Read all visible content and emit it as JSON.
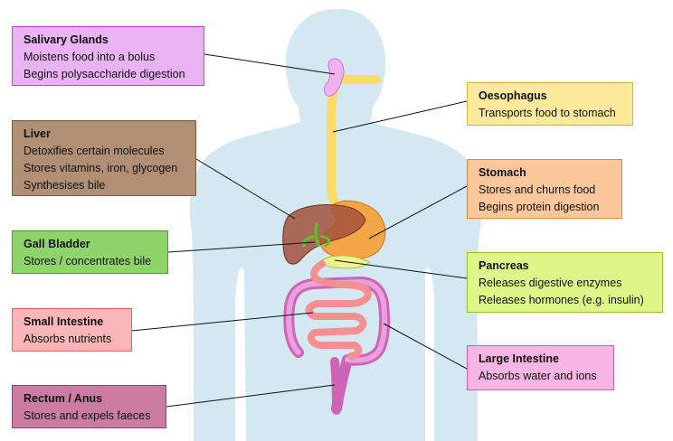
{
  "organs": [
    {
      "id": "salivary",
      "title": "Salivary Glands",
      "lines": [
        "Moistens food into a bolus",
        "Begins polysaccharide digestion"
      ],
      "fill": "#e9b3f3",
      "border": "#b24fc9"
    },
    {
      "id": "liver",
      "title": "Liver",
      "lines": [
        "Detoxifies certain molecules",
        "Stores vitamins, iron, glycogen",
        "Synthesises bile"
      ],
      "fill": "#b18f75",
      "border": "#7a5a43"
    },
    {
      "id": "gall",
      "title": "Gall Bladder",
      "lines": [
        "Stores / concentrates bile"
      ],
      "fill": "#8fd46a",
      "border": "#4d9a2a"
    },
    {
      "id": "small",
      "title": "Small Intestine",
      "lines": [
        "Absorbs nutrients"
      ],
      "fill": "#f9b6b6",
      "border": "#d16a6a"
    },
    {
      "id": "rectum",
      "title": "Rectum / Anus",
      "lines": [
        "Stores and expels faeces"
      ],
      "fill": "#cb7ca3",
      "border": "#94426b"
    },
    {
      "id": "oesophagus",
      "title": "Oesophagus",
      "lines": [
        "Transports food to stomach"
      ],
      "fill": "#fdea9c",
      "border": "#d6b33c"
    },
    {
      "id": "stomach",
      "title": "Stomach",
      "lines": [
        "Stores and churns food",
        "Begins protein digestion"
      ],
      "fill": "#fbc79b",
      "border": "#d68a4a"
    },
    {
      "id": "pancreas",
      "title": "Pancreas",
      "lines": [
        "Releases digestive enzymes",
        "Releases hormones (e.g. insulin)"
      ],
      "fill": "#def58a",
      "border": "#9cbd2a"
    },
    {
      "id": "large",
      "title": "Large Intestine",
      "lines": [
        "Absorbs water and ions"
      ],
      "fill": "#f7b5e3",
      "border": "#cf5fb0"
    }
  ],
  "colors": {
    "body_silhouette": "#d3e8f1",
    "salivary": "#f0b2ee",
    "oesophagus": "#fbdb6a",
    "liver": "#a2523d",
    "gall": "#5ac12e",
    "stomach": "#f4a545",
    "pancreas": "#eef290",
    "small_intestine": "#f59092",
    "large_intestine": "#cf63b6",
    "rectum": "#cf63b6",
    "leader_line": "#111111"
  }
}
